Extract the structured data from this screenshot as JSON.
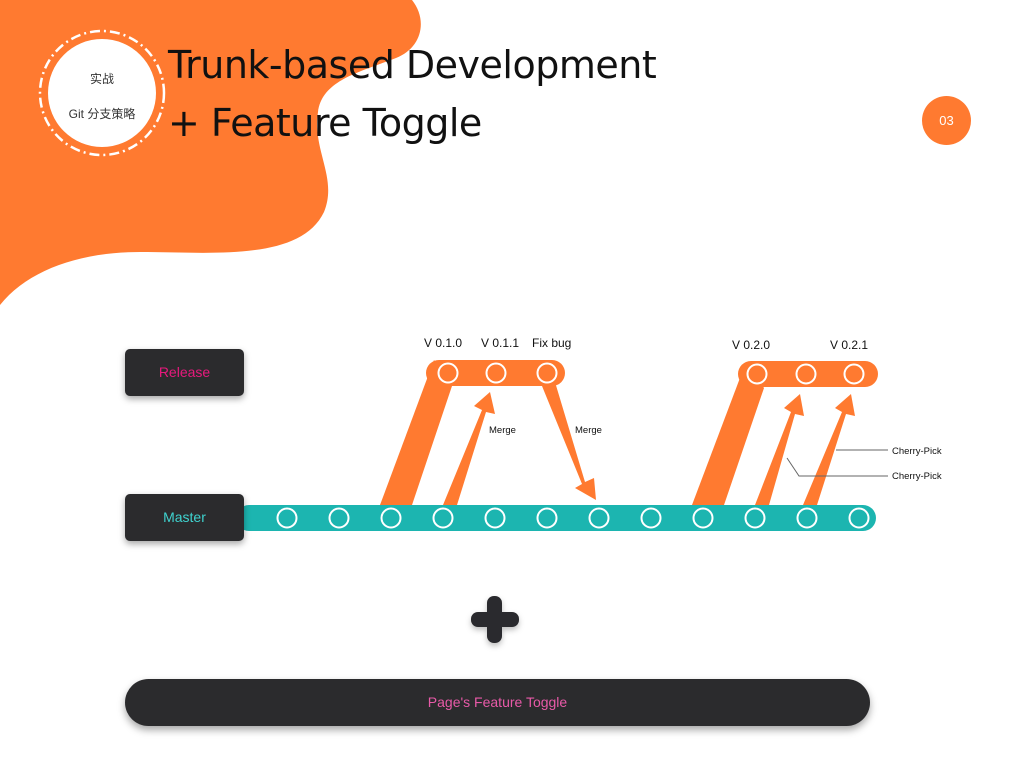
{
  "badge": {
    "line1": "实战",
    "line2": "Git 分支策略"
  },
  "title": {
    "line1": "Trunk-based Development",
    "line2": "+ Feature Toggle"
  },
  "page_number": "03",
  "lanes": {
    "release": "Release",
    "master": "Master"
  },
  "release_1_versions": [
    "V 0.1.0",
    "V 0.1.1",
    "Fix bug"
  ],
  "release_2_versions": [
    "V 0.2.0",
    "V 0.2.1"
  ],
  "arrows": {
    "merge_up": "Merge",
    "merge_down": "Merge"
  },
  "cherry_picks": [
    "Cherry-Pick",
    "Cherry-Pick"
  ],
  "plus_symbol": "plus-icon",
  "feature_toggle": "Page's Feature Toggle",
  "colors": {
    "orange": "#ff7a30",
    "teal": "#1cb5b0",
    "dark": "#2b2b2d",
    "release_text": "#e8197d",
    "master_text": "#3fd3cf",
    "toggle_text": "#e85aa8"
  }
}
